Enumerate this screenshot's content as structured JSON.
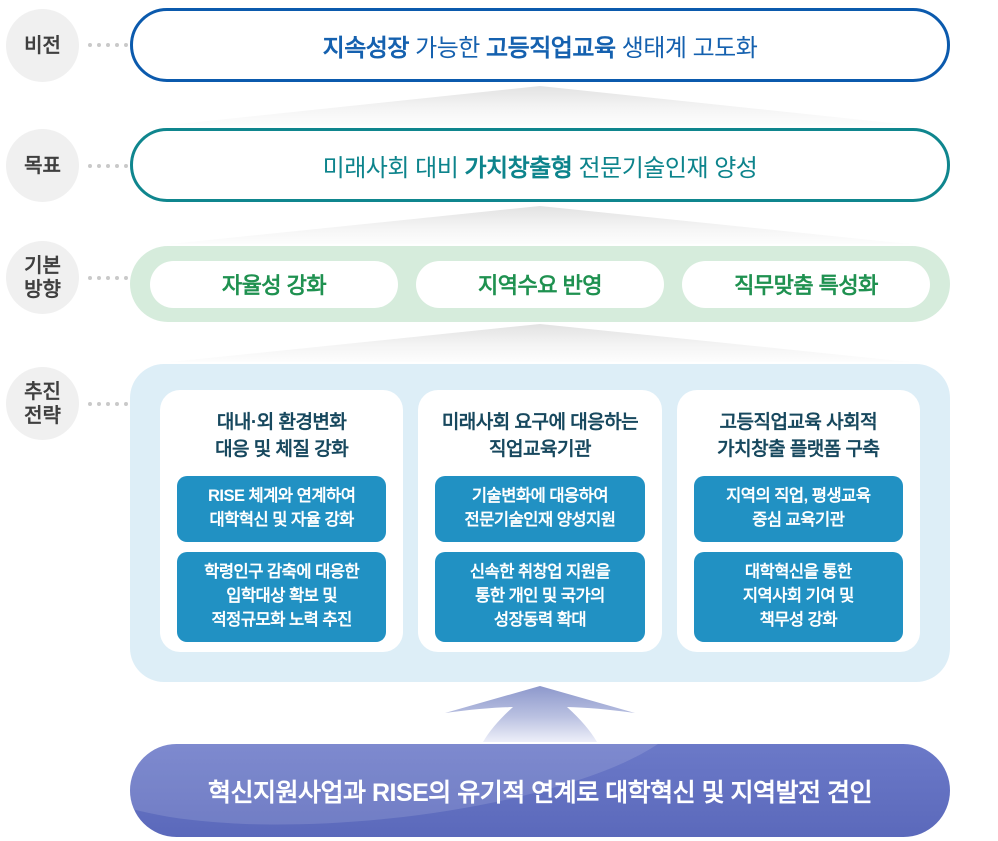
{
  "palette": {
    "vision_blue": "#0b5aad",
    "goal_teal": "#0f868e",
    "direction_green": "#1f9150",
    "direction_band_bg": "#d6ecdc",
    "strategy_panel_bg": "#ddeef7",
    "strategy_title_navy": "#17485e",
    "strategy_box_blue": "#2191c3",
    "footer_indigo": "#5b69bb",
    "rail_circle_gray": "#f0f0f0"
  },
  "rail": {
    "vision_label": "비전",
    "goal_label": "목표",
    "directions_label": "기본\n방향",
    "strategies_label": "추진\n전략"
  },
  "vision": {
    "segments": [
      {
        "t": "지속성장",
        "b": true
      },
      {
        "t": " 가능한 ",
        "b": false
      },
      {
        "t": "고등직업교육",
        "b": true
      },
      {
        "t": " 생태계 고도화",
        "b": false
      }
    ]
  },
  "goal": {
    "segments": [
      {
        "t": "미래사회 대비 ",
        "b": false
      },
      {
        "t": "가치창출형",
        "b": true
      },
      {
        "t": " 전문기술인재 양성",
        "b": false
      }
    ]
  },
  "directions": {
    "items": [
      "자율성 강화",
      "지역수요 반영",
      "직무맞춤 특성화"
    ]
  },
  "strategies": {
    "columns": [
      {
        "title": "대내·외 환경변화\n대응 및 체질 강화",
        "boxes": [
          "RISE 체계와 연계하여\n대학혁신 및 자율 강화",
          "학령인구 감축에 대응한\n입학대상 확보 및\n적정규모화 노력 추진"
        ]
      },
      {
        "title": "미래사회 요구에 대응하는\n직업교육기관",
        "boxes": [
          "기술변화에 대응하여\n전문기술인재 양성지원",
          "신속한 취창업 지원을\n통한 개인 및 국가의\n성장동력 확대"
        ]
      },
      {
        "title": "고등직업교육 사회적\n가치창출 플랫폼 구축",
        "boxes": [
          "지역의 직업, 평생교육\n중심 교육기관",
          "대학혁신을 통한\n지역사회 기여 및\n책무성 강화"
        ]
      }
    ]
  },
  "footer": {
    "text": "혁신지원사업과 RISE의 유기적 연계로 대학혁신 및 지역발전 견인"
  }
}
